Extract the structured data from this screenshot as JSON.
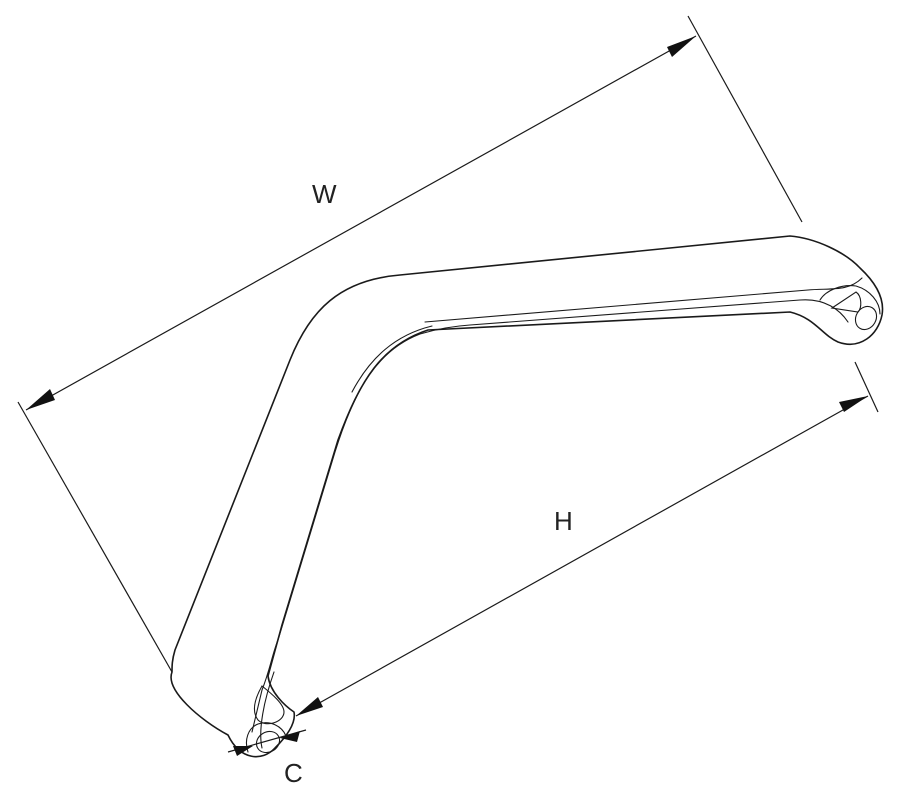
{
  "dimensions": {
    "width_label": "W",
    "height_label": "H",
    "clearance_label": "C"
  },
  "colors": {
    "stroke": "#1a1a1a",
    "background": "#ffffff"
  }
}
